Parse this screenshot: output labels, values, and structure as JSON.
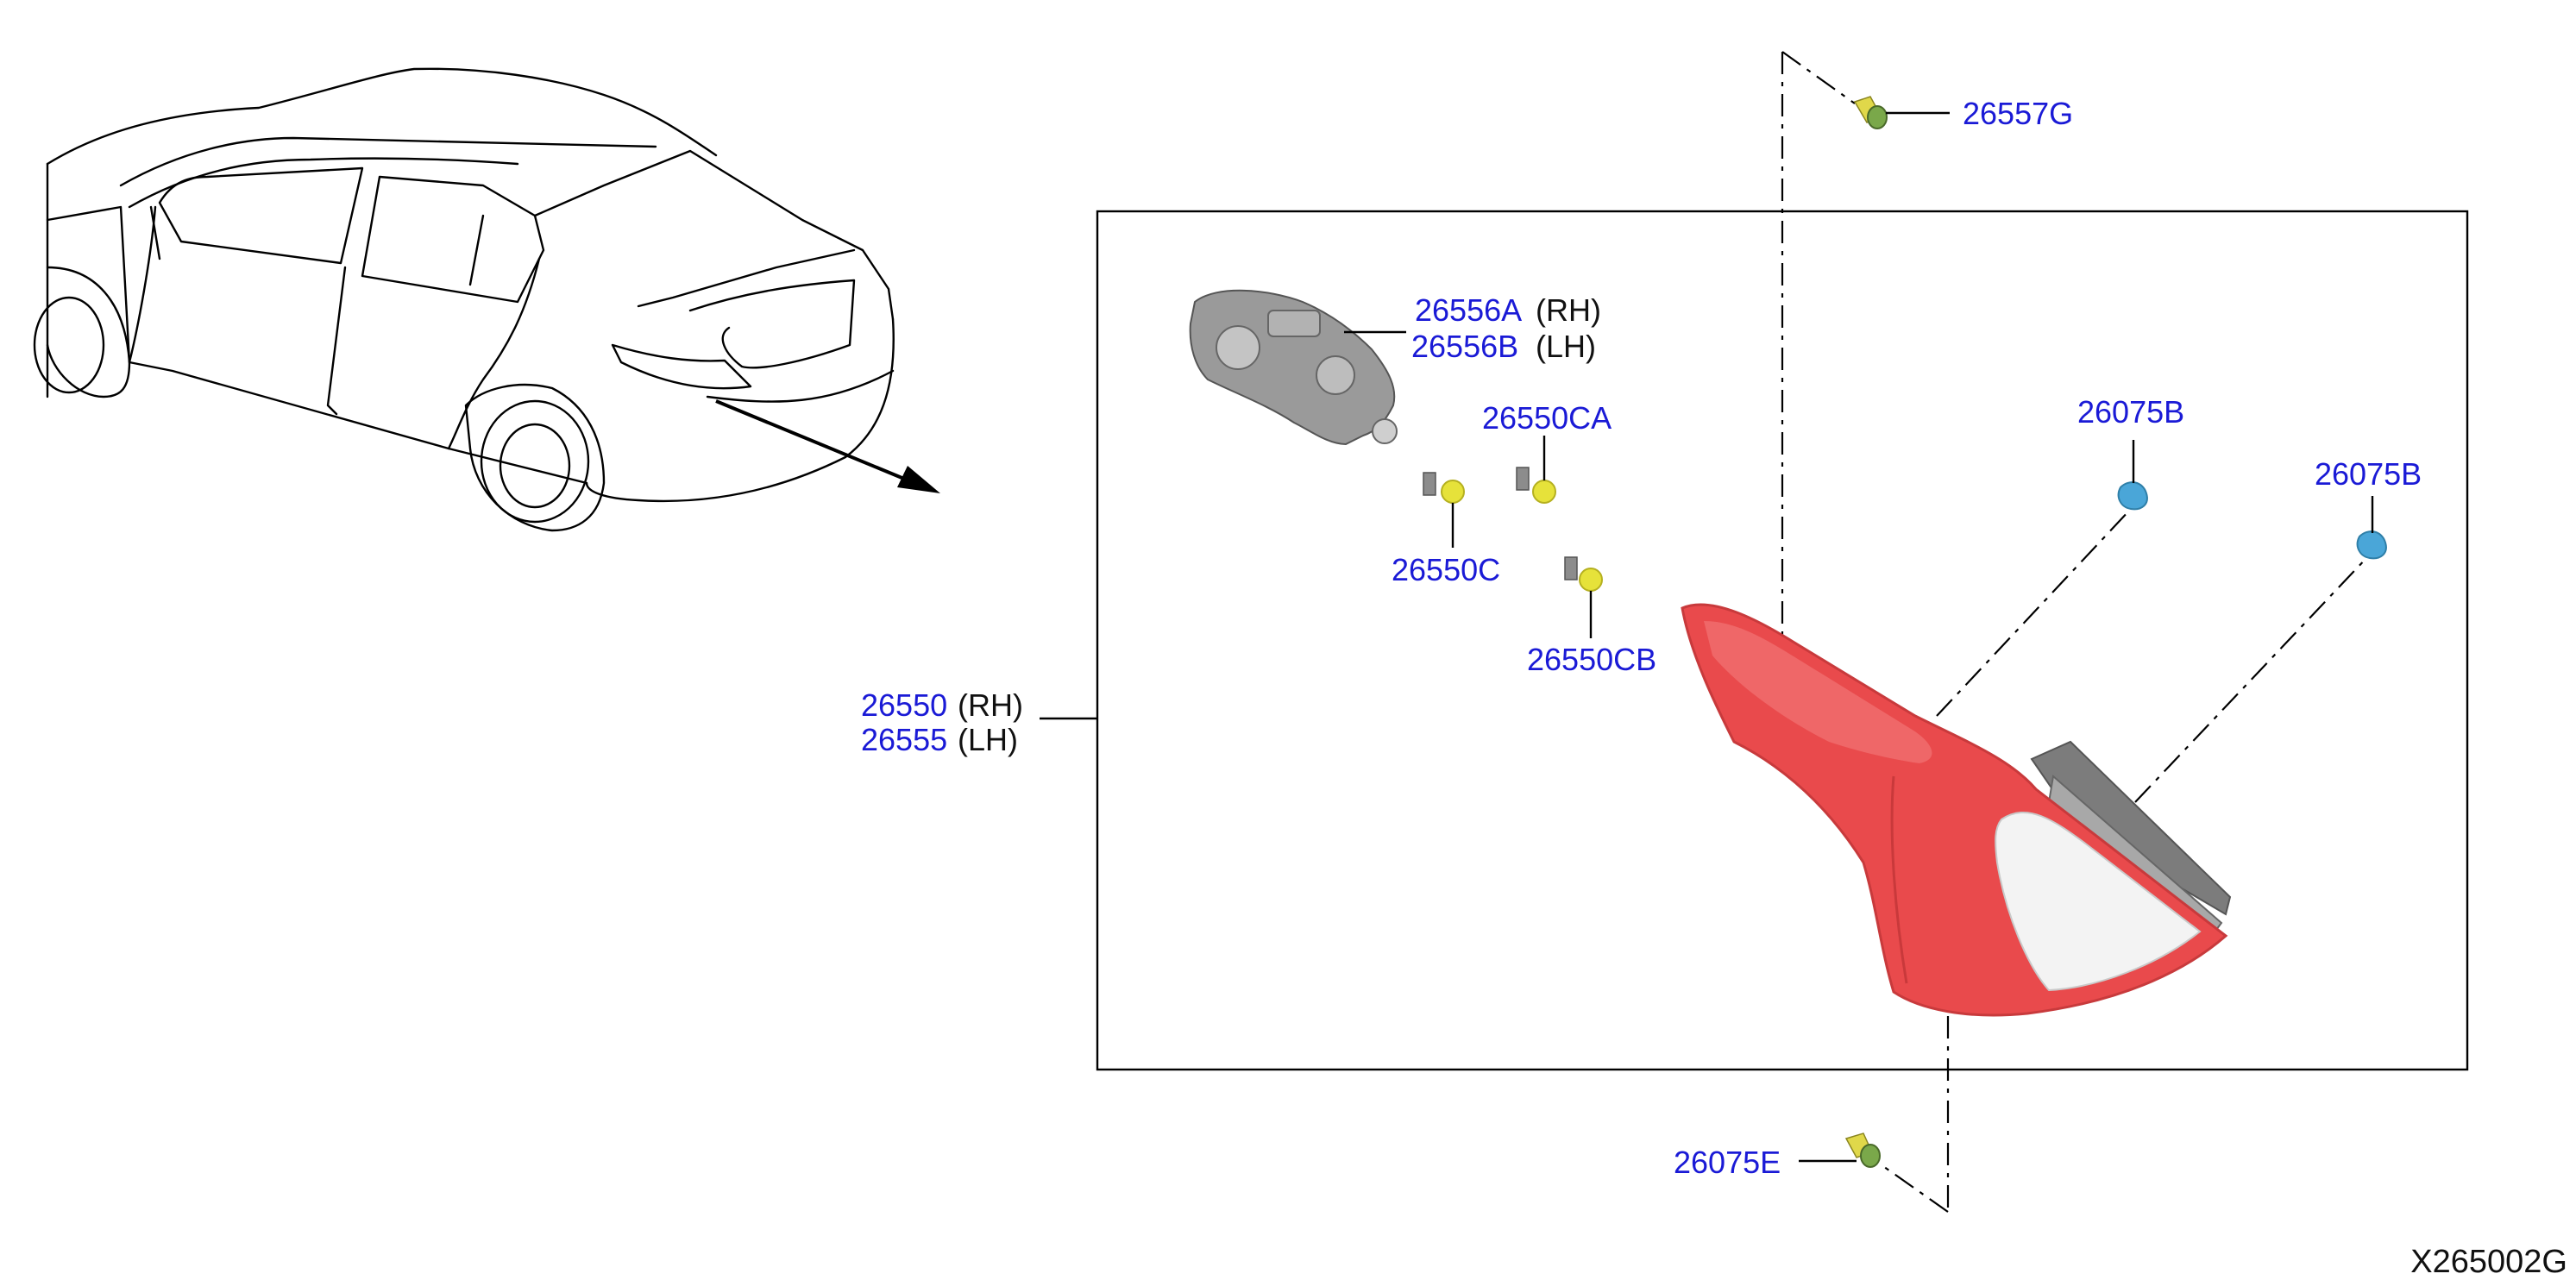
{
  "diagram_ref": "X265002G",
  "parts": {
    "p26557G": "26557G",
    "p26556A": "26556A",
    "p26556B": "26556B",
    "p26550CA": "26550CA",
    "p26550C": "26550C",
    "p26550CB": "26550CB",
    "p26075B_1": "26075B",
    "p26075B_2": "26075B",
    "p26550": "26550",
    "p26555": "26555",
    "p26075E": "26075E"
  },
  "sides": {
    "rh_1": "(RH)",
    "lh_1": "(LH)",
    "rh_2": "(RH)",
    "lh_2": "(LH)"
  },
  "colors": {
    "part_number": "#1a1ad6",
    "lens_red": "#e8474b",
    "bulb_yellow": "#e6e23a",
    "clip_blue": "#4aa6d8",
    "housing_gray": "#8a8a8a"
  },
  "icons": [
    "car-outline",
    "bulb-socket",
    "bulb",
    "screw",
    "clip",
    "tail-lamp-assembly"
  ]
}
